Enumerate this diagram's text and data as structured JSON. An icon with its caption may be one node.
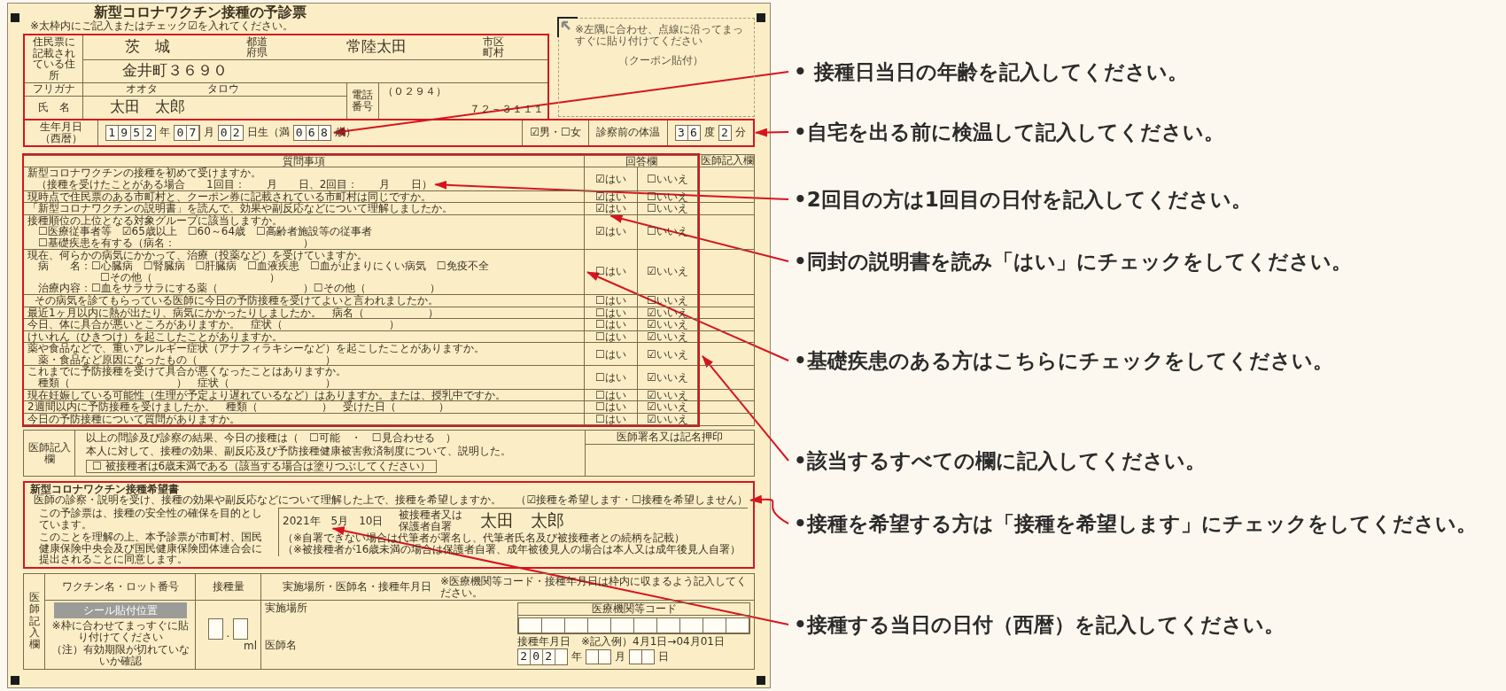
{
  "diagram": {
    "nodes": [
      {
        "text": [
          "• 接種日当日の年齢を記入してください。"
        ]
      },
      {
        "text": [
          "•自宅を出る前に検温して記入してください。"
        ]
      },
      {
        "text": [
          "•2回目の方は1回目の日付を記入してください。"
        ]
      },
      {
        "text": [
          "•同封の説明書を読み「はい」にチェックをしてください。"
        ]
      },
      {
        "text": [
          "•基礎疾患のある方はこちらにチェックをしてください。"
        ]
      },
      {
        "text": [
          "•該当するすべての欄に記入してください。"
        ]
      },
      {
        "text": [
          "•接種を希望する方は「接種を希望します」にチェックをしてください。"
        ]
      },
      {
        "text": [
          "•接種する当日の日付（西暦）を記入してください。"
        ]
      },
      {
        "text": [
          "068"
        ]
      },
      {
        "text": [
          "36",
          "度",
          "2",
          "分"
        ]
      },
      {
        "text": [],
        "shape": "box"
      },
      {
        "text": [
          "（接種を受けたことがある場合　　1回目：　　月　　日、2回目：　　月　　日）"
        ],
        "in": 10
      },
      {
        "text": [
          "☑はい"
        ],
        "in": 10
      },
      {
        "text": [
          "現在、何らかの病気にかかって、治療（投薬など）を受けていますか。",
          "病　　名：☐心臓病　☐腎臓病　☐肝臓病　☐血液疾患　☐血が止まりにくい病気　☐免疫不全",
          "☐その他（　　　　　　　　　　　）",
          "治療内容：☐血をサラサラにする薬（　　　　　　　　）☐その他（　　　　　　）"
        ],
        "in": 10
      },
      {
        "text": [
          "（☑接種を希望します・☐接種を希望しません）"
        ]
      },
      {
        "text": [
          "2021年　5月　10日"
        ]
      }
    ],
    "edges": [
      {
        "from": 0,
        "to": 8,
        "arrow": "to"
      },
      {
        "from": 1,
        "to": 9,
        "arrow": "to"
      },
      {
        "from": 2,
        "to": 11,
        "arrow": "to"
      },
      {
        "from": 3,
        "to": 12,
        "arrow": "to"
      },
      {
        "from": 4,
        "to": 13,
        "arrow": "to"
      },
      {
        "from": 5,
        "to": 10,
        "arrow": "to"
      },
      {
        "from": 6,
        "to": 14,
        "arrow": "to"
      },
      {
        "from": 7,
        "to": 15,
        "arrow": "to"
      }
    ],
    "labels": [
      "新型コロナワクチン接種の予診票",
      "※太枠内にご記入またはチェック☑を入れてください。",
      "※左隅に合わせ、点線に沿ってまっすぐに貼り付けてください",
      "（クーポン貼付）",
      "住民票に記載されている住所",
      "茨　城",
      "都道府県",
      "常陸太田",
      "市区町村",
      "金井町３６９０",
      "フリガナ",
      "オオタ",
      "タロウ",
      "氏　名",
      "太田　太郎",
      "電話番号",
      "（０２９４）",
      "７２－３１１１",
      "生年月日（西暦）",
      "1952",
      "年",
      "07",
      "月",
      "02",
      "日生（満",
      "歳）",
      "☑男・☐女",
      "診察前の体温",
      "質問事項",
      "回答欄",
      "医師記入欄",
      "新型コロナワクチンの接種を初めて受けますか。",
      "☑はい",
      "☐いいえ",
      "現時点で住民票のある市町村と、クーポン券に記載されている市町村は同じですか。",
      "☑はい",
      "☐いいえ",
      "「新型コロナワクチンの説明書」を読んで、効果や副反応などについて理解しましたか。",
      "☐いいえ",
      "接種順位の上位となる対象グループに該当しますか。",
      "☐医療従事者等　☑65歳以上　☐60～64歳　☐高齢者施設等の従事者",
      "☐基礎疾患を有する（病名：　　　　　　　　　　　　）",
      "☑はい",
      "☐いいえ",
      "☐はい",
      "☑いいえ",
      "その病気を診てもらっている医師に今日の予防接種を受けてよいと言われましたか。",
      "☐はい",
      "☐いいえ",
      "最近1ヶ月以内に熱が出たり、病気にかかったりしましたか。　病名（　　　　　　）",
      "☐はい",
      "☑いいえ",
      "今日、体に具合が悪いところがありますか。　症状（　　　　　　　　　　）",
      "☐はい",
      "☑いいえ",
      "けいれん（ひきつけ）を起こしたことがありますか。",
      "☐はい",
      "☑いいえ",
      "薬や食品などで、重いアレルギー症状（アナフィラキシーなど）を起こしたことがありますか。",
      "薬・食品など原因になったもの（　　　　　　　　　　　　）",
      "☐はい",
      "☑いいえ",
      "これまでに予防接種を受けて具合が悪くなったことはありますか。",
      "種類（　　　　　　　　　　）　症状（　　　　　　　　　）",
      "☐はい",
      "☑いいえ",
      "現在妊娠している可能性（生理が予定より遅れているなど）はありますか。または、授乳中ですか。",
      "☐はい",
      "☑いいえ",
      "2週間以内に予防接種を受けましたか。　種類（　　　　　　）　受けた日（　　　　）",
      "☐はい",
      "☑いいえ",
      "今日の予防接種について質問がありますか。",
      "☐はい",
      "☑いいえ",
      "医師記入欄",
      "以上の問診及び診察の結果、今日の接種は（　☐可能　・　☐見合わせる　）",
      "本人に対して、接種の効果、副反応及び予防接種健康被害救済制度について、説明した。",
      "☐ 被接種者は6歳未満である（該当する場合は塗りつぶしてください）",
      "医師署名又は記名押印",
      "新型コロナワクチン接種希望書",
      "医師の診察・説明を受け、接種の効果や副反応などについて理解した上で、接種を希望しますか。",
      "この予診票は、接種の安全性の確保を目的としています。",
      "このことを理解の上、本予診票が市町村、国民健康保険中央会及び国民健康保険団体連合会に提出されることに同意します。",
      "被接種者又は保護者自署",
      "太田　太郎",
      "（※自署できない場合は代筆者が署名し、代筆者氏名及び被接種者との続柄を記載）",
      "（※被接種者が16歳未満の場合は保護者自署、成年被後見人の場合は本人又は成年後見人自署）",
      "医師記入欄",
      "ワクチン名・ロット番号",
      "接種量",
      "実施場所・医師名・接種年月日",
      "※医療機関等コード・接種年月日は枠内に収まるよう記入してください。",
      "シール貼付位置",
      "※枠に合わせてまっすぐに貼り付けてください",
      "（注）有効期限が切れていないか確認",
      ".",
      "ml",
      "実施場所",
      "医師名",
      "医療機関等コード",
      "接種年月日　※記入例）4月1日→04月01日",
      "202",
      "年",
      "月",
      "日"
    ]
  }
}
